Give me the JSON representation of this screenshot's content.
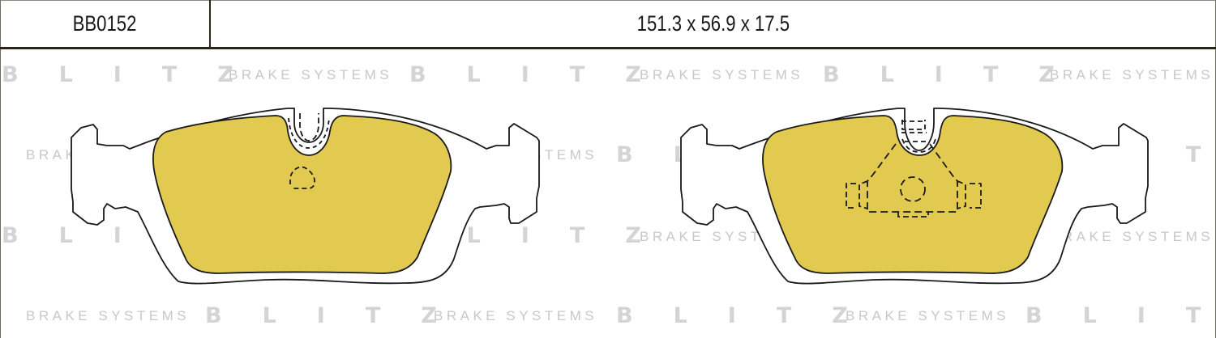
{
  "header": {
    "part_code": "BB0152",
    "dimensions": "151.3 x 56.9 x 17.5"
  },
  "watermark": {
    "brand": "BLITZ",
    "tagline": "BRAKE SYSTEMS"
  },
  "pads": [
    {
      "name": "left-pad",
      "features": [
        "center-notch",
        "dashed-oval-sensor-mark"
      ]
    },
    {
      "name": "right-pad",
      "features": [
        "center-notch",
        "dashed-backing-plate-outline",
        "dashed-circle-center"
      ]
    }
  ],
  "colors": {
    "friction_material": "#e2c94f",
    "outline": "#1a1a1a",
    "watermark": "#d4d4d4",
    "rule": "#2a2418"
  }
}
